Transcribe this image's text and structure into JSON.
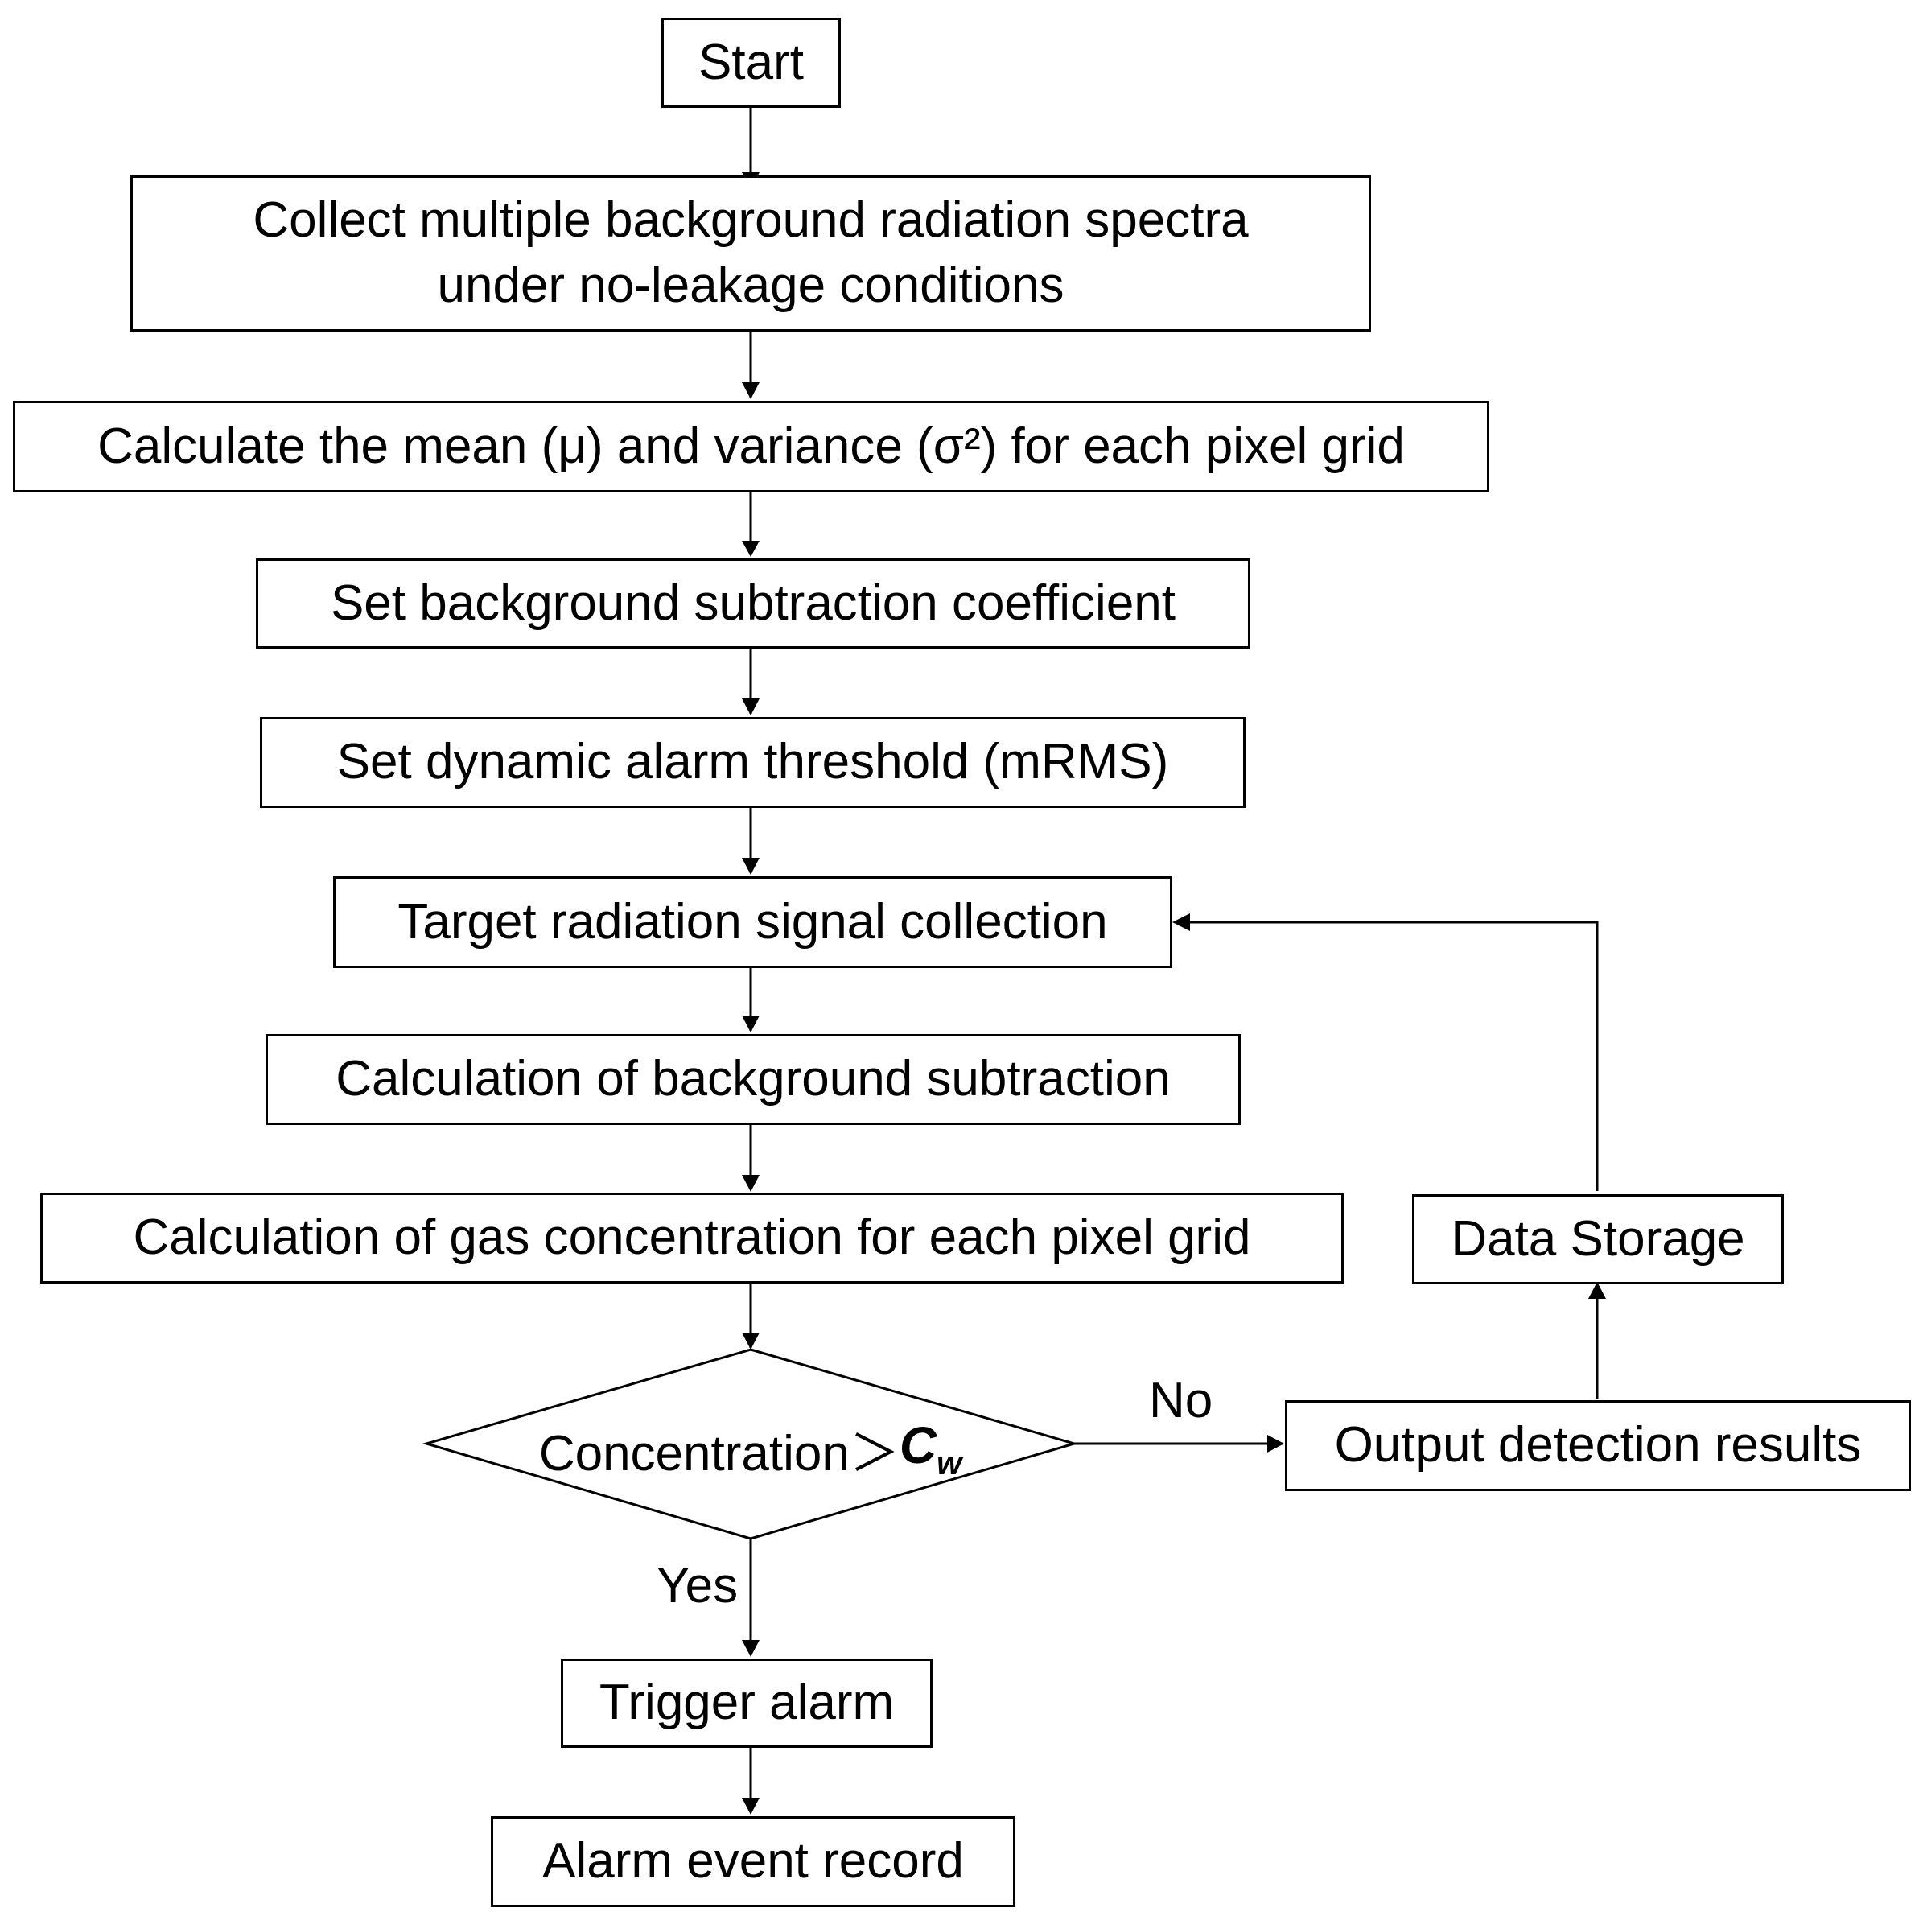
{
  "nodes": {
    "start": "Start",
    "collect_line1": "Collect multiple background radiation spectra",
    "collect_line2": "under no-leakage conditions",
    "mean_variance": "Calculate the mean (μ) and variance (σ²) for each pixel grid",
    "set_coefficient": "Set background subtraction coefficient",
    "set_threshold": "Set dynamic alarm threshold (mRMS)",
    "target_collection": "Target radiation signal collection",
    "calc_subtraction": "Calculation of background subtraction",
    "calc_concentration": "Calculation of gas concentration for each pixel grid",
    "decision_prefix": "Concentration＞",
    "decision_symbol": "C",
    "decision_subscript": "w",
    "output_results": "Output detection results",
    "data_storage": "Data Storage",
    "trigger_alarm": "Trigger alarm",
    "alarm_record": "Alarm event record"
  },
  "edge_labels": {
    "no": "No",
    "yes": "Yes"
  },
  "colors": {
    "stroke": "#000000",
    "background": "#ffffff"
  }
}
